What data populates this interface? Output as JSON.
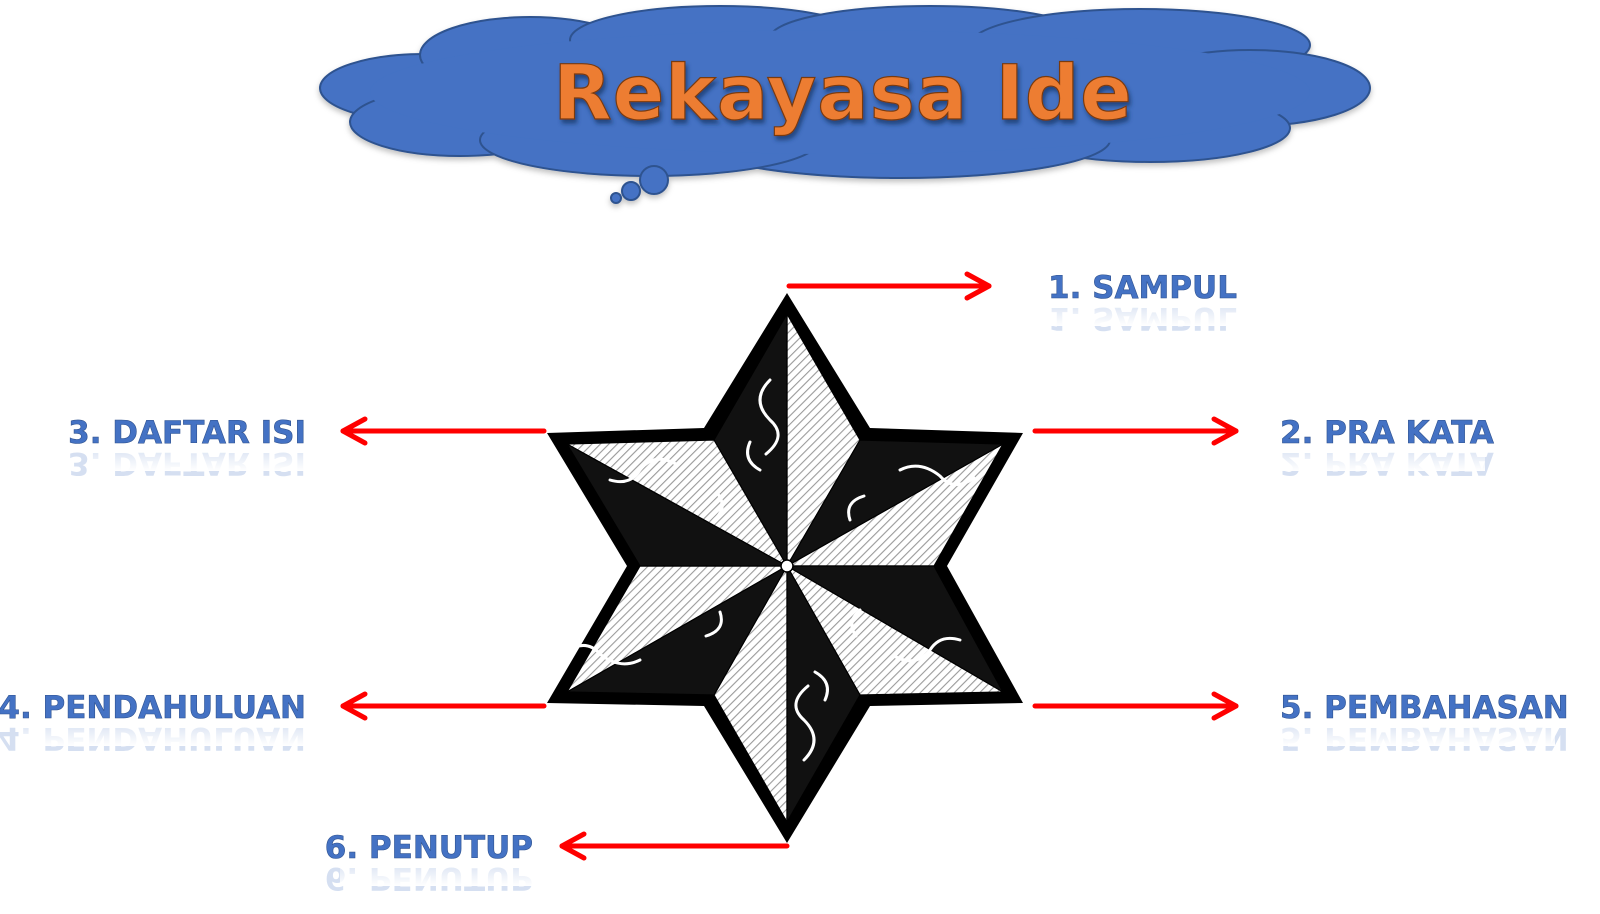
{
  "title": "Rekayasa Ide",
  "colors": {
    "cloud": "#4472C4",
    "title": "#ED7D31",
    "labels": "#4472C4",
    "arrows": "#FF0000",
    "star_outline": "#000000"
  },
  "center_icon": "ornate-six-pointed-star-icon",
  "items": [
    {
      "label": "1. SAMPUL"
    },
    {
      "label": "2. PRA KATA"
    },
    {
      "label": "3. DAFTAR ISI"
    },
    {
      "label": "4. PENDAHULUAN"
    },
    {
      "label": "5. PEMBAHASAN"
    },
    {
      "label": "6. PENUTUP"
    }
  ]
}
